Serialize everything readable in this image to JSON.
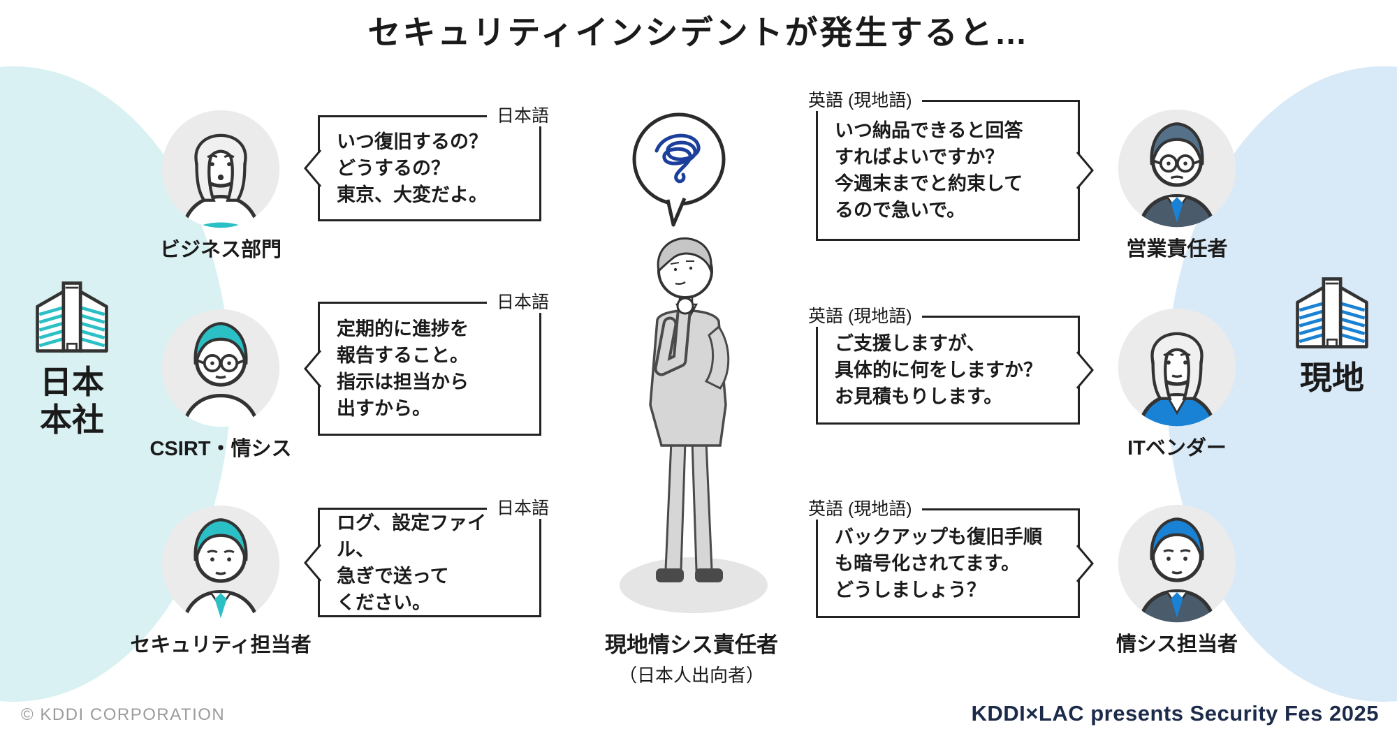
{
  "title": "セキュリティインシデントが発生すると…",
  "colors": {
    "left_bg": "#d9f1f2",
    "right_bg": "#d8e9f8",
    "teal": "#2bc0c6",
    "blue": "#1a82d4",
    "outline": "#333333",
    "scribble": "#1b3f9b",
    "brand_navy": "#1c2b4a",
    "copyright_gray": "#9b9b9b"
  },
  "left_zone": {
    "line1": "日本",
    "line2": "本社"
  },
  "right_zone": {
    "label": "現地"
  },
  "center": {
    "name": "現地情シス責任者",
    "subname": "（日本人出向者）"
  },
  "left_actors": [
    {
      "name": "ビジネス部門",
      "lang_label": "日本語",
      "lines": [
        "いつ復旧するの？",
        "どうするの？",
        "東京、大変だよ。"
      ],
      "hair": "#f0f0f0",
      "shirt": "#ffffff",
      "tie": "#2bc0c6"
    },
    {
      "name": "CSIRT・情シス",
      "lang_label": "日本語",
      "lines": [
        "定期的に進捗を",
        "報告すること。",
        "指示は担当から",
        "出すから。"
      ],
      "hair": "#2bc0c6",
      "shirt": "#ffffff"
    },
    {
      "name": "セキュリティ担当者",
      "lang_label": "日本語",
      "lines": [
        "ログ、設定ファイル、",
        "急ぎで送って",
        "ください。"
      ],
      "hair": "#2bc0c6",
      "shirt": "#ffffff",
      "tie": "#2bc0c6"
    }
  ],
  "right_actors": [
    {
      "name": "営業責任者",
      "lang_label": "英語 (現地語)",
      "lines": [
        "いつ納品できると回答",
        "すればよいですか？",
        "今週末までと約束して",
        "るので急いで。"
      ],
      "hair": "#55718a",
      "shirt": "#4a5b6b",
      "tie": "#1a82d4"
    },
    {
      "name": "ITベンダー",
      "lang_label": "英語 (現地語)",
      "lines": [
        "ご支援しますが、",
        "具体的に何をしますか？",
        "お見積もりします。"
      ],
      "hair": "#f0f0f0",
      "shirt": "#1a82d4"
    },
    {
      "name": "情シス担当者",
      "lang_label": "英語 (現地語)",
      "lines": [
        "バックアップも復旧手順",
        "も暗号化されてます。",
        "どうしましょう？"
      ],
      "hair": "#1a82d4",
      "shirt": "#4a5b6b",
      "tie": "#1a82d4"
    }
  ],
  "footer": {
    "copyright": "© KDDI CORPORATION",
    "brand": "KDDI×LAC presents  Security Fes 2025"
  }
}
